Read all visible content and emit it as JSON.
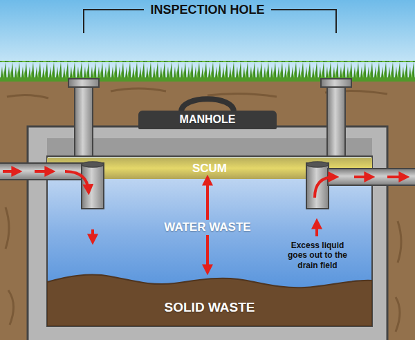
{
  "diagram": {
    "nodes": [
      {
        "text": [
          "MANHOLE"
        ]
      },
      {
        "text": [
          "SCUM"
        ]
      },
      {
        "text": [
          "WATER WASTE"
        ]
      },
      {
        "text": [
          "SOLID WASTE"
        ]
      }
    ],
    "edges": [
      {
        "from": 2,
        "to": 1,
        "arrow": "to"
      },
      {
        "from": 2,
        "to": 3,
        "arrow": "to"
      }
    ],
    "labels": [
      "INSPECTION HOLE",
      "Excess liquid goes out to the drain field"
    ]
  }
}
